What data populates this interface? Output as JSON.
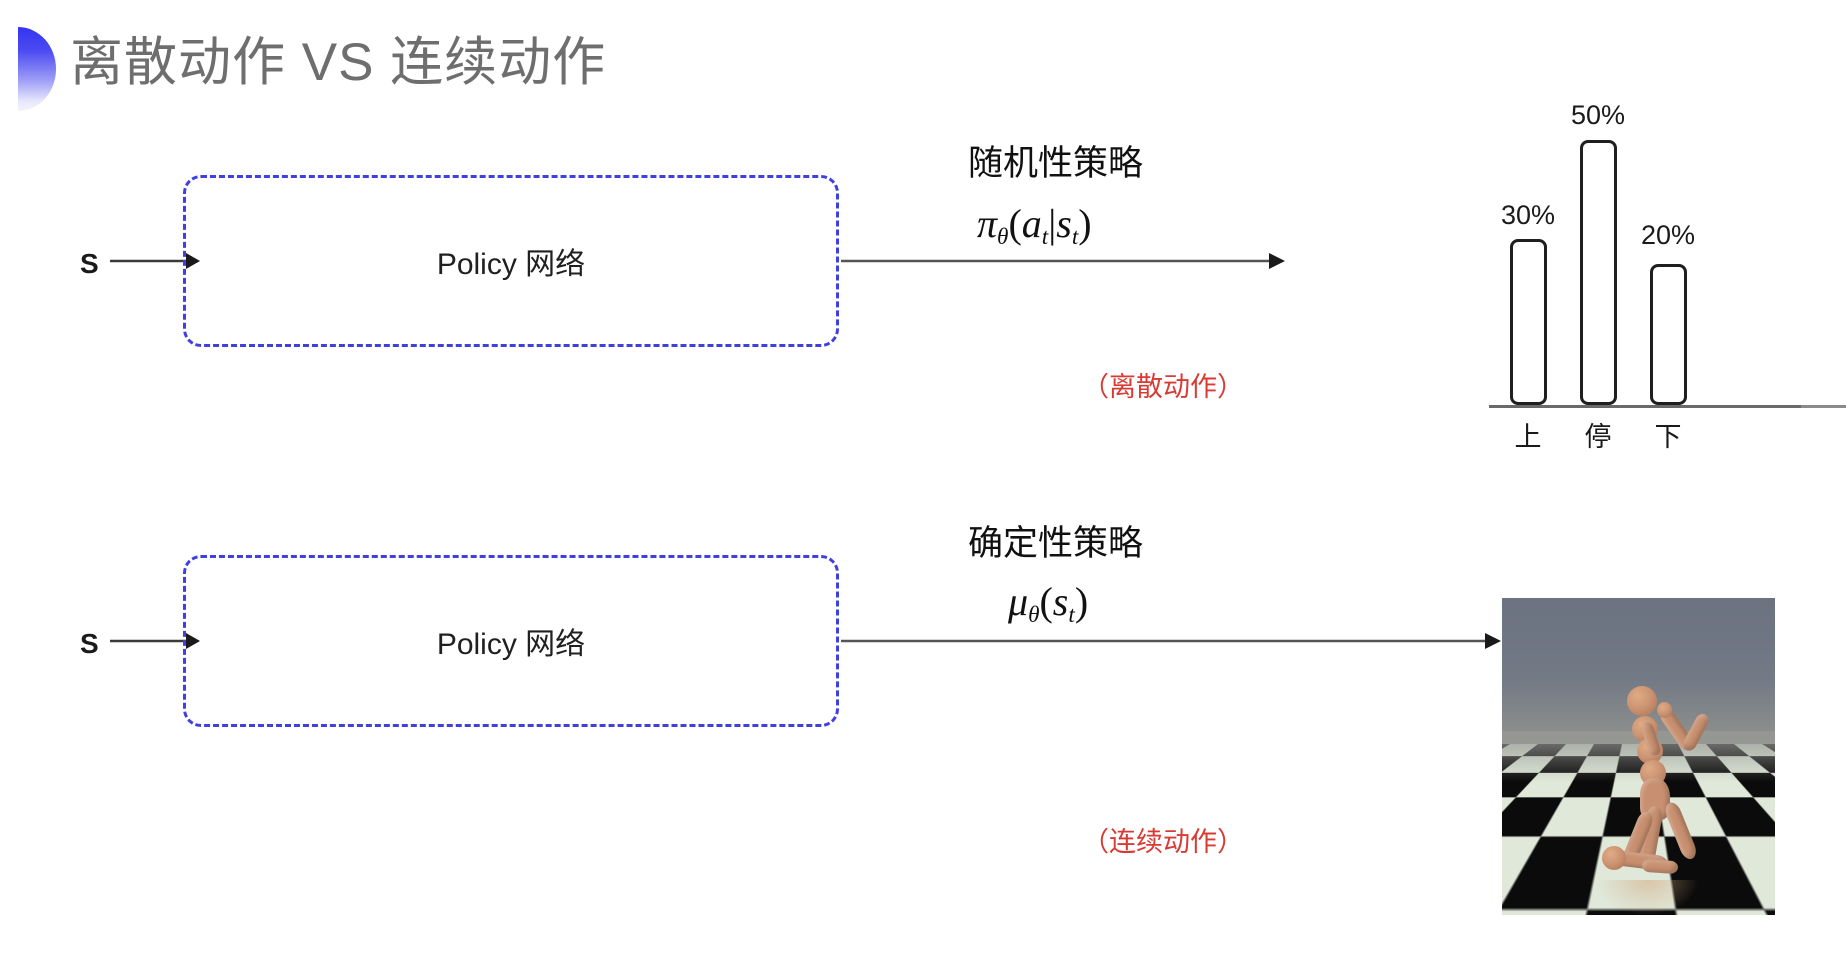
{
  "slide": {
    "title": "离散动作 VS 连续动作",
    "bullet_icon": "half-circle-gradient-icon",
    "bullet_color_top": "#3434f0",
    "bullet_color_bottom": "#f4f4fd",
    "background": "#ffffff"
  },
  "rows": [
    {
      "id": "discrete",
      "state_label": "S",
      "box_label": "Policy 网络",
      "box_border_color": "#4040e0",
      "box_border_style": "dashed",
      "annotation_title": "随机性策略",
      "annotation_formula": "πθ(at|st)",
      "annotation_formula_parts": {
        "fn": "π",
        "fn_sub": "θ",
        "open": "(",
        "arg1": "a",
        "arg1_sub": "t",
        "bar": "|",
        "arg2": "s",
        "arg2_sub": "t",
        "close": ")"
      },
      "annotation_note": "（离散动作）",
      "annotation_note_color": "#d93b34",
      "output_type": "bar-chart"
    },
    {
      "id": "continuous",
      "state_label": "S",
      "box_label": "Policy 网络",
      "box_border_color": "#4040e0",
      "box_border_style": "dashed",
      "annotation_title": "确定性策略",
      "annotation_formula": "μθ(st)",
      "annotation_formula_parts": {
        "fn": "μ",
        "fn_sub": "θ",
        "open": "(",
        "arg1": "s",
        "arg1_sub": "t",
        "close": ")"
      },
      "annotation_note": "（连续动作）",
      "annotation_note_color": "#d93b34",
      "output_type": "humanoid-simulation-image"
    }
  ],
  "chart_data": {
    "type": "bar",
    "title": "",
    "xlabel": "",
    "ylabel": "",
    "categories": [
      "上",
      "停",
      "下"
    ],
    "values": [
      30,
      50,
      20
    ],
    "value_labels": [
      "30%",
      "50%",
      "20%"
    ],
    "ylim": [
      0,
      60
    ],
    "grid": false,
    "legend": null,
    "bar_fill": "#ffffff",
    "bar_stroke": "#1f1f1f",
    "axis_color": "#6a6a6a"
  },
  "sim_image": {
    "alt": "MuJoCo humanoid robot kneeling on checkerboard floor",
    "sky_color": "#6b7280",
    "floor_light": "#dfe8d9",
    "floor_dark": "#0b0b0b",
    "body_color": "#c89070"
  }
}
